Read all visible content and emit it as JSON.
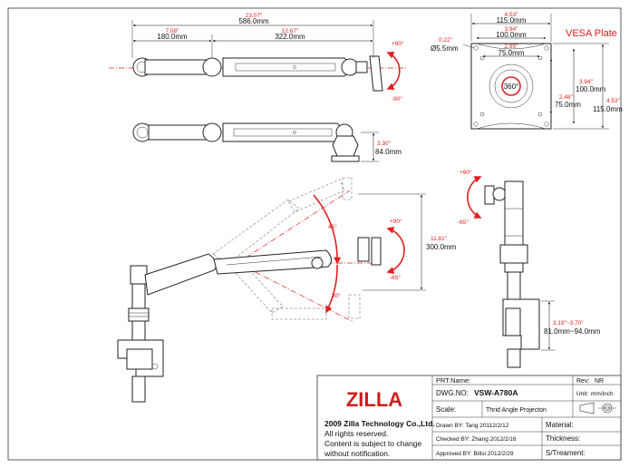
{
  "colors": {
    "accent": "#e02020",
    "line": "#222222",
    "logo": "#cc1f1f"
  },
  "top_view": {
    "overall_in": "23.07\"",
    "overall_mm": "586.0mm",
    "first_in": "7.08\"",
    "first_mm": "180.0mm",
    "second_in": "12.67\"",
    "second_mm": "322.0mm",
    "tilt_up": "+90°",
    "tilt_down": "-90°"
  },
  "side_view": {
    "height_in": "3.30\"",
    "height_mm": "84.0mm"
  },
  "vesa": {
    "title": "VESA Plate",
    "outer_w_in": "4.53\"",
    "outer_w_mm": "115.0mm",
    "mid_w_in": "3.94\"",
    "mid_w_mm": "100.0mm",
    "inner_w_in": "2.95\"",
    "inner_w_mm": "75.0mm",
    "hole_in": "0.22\"",
    "hole_mm": "Ø5.5mm",
    "mid_h_in": "3.94\"",
    "mid_h_mm": "100.0mm",
    "inner_h_in": "2.48\"",
    "inner_h_mm": "75.0mm",
    "outer_h_in": "4.53\"",
    "outer_h_mm": "115.0mm",
    "rotation": "360°"
  },
  "front_view": {
    "angle_up": "45°",
    "angle_down": "30°",
    "height_in": "11.81\"",
    "height_mm": "300.0mm",
    "tilt_up": "+90°",
    "tilt_down": "-65°"
  },
  "right_view": {
    "tilt_up": "+90°",
    "tilt_down": "-65°",
    "clamp_in": "3.19\"~3.70\"",
    "clamp_mm": "81.0mm~94.0mm"
  },
  "title_block": {
    "logo": "ZILLA",
    "company": "2009 Zilla Technology Co.,Ltd.",
    "rights": "All rights reserved.",
    "notice_1": "Content is subject to change",
    "notice_2": "without notification.",
    "prt_name_label": "PRT.Name:",
    "rev_label": "Rev:",
    "rev_value": "NR",
    "dwg_label": "DWG.NO:",
    "dwg_value": "VSW-A780A",
    "unit_label": "Unit:",
    "unit_value": "mm/inch",
    "scale_label": "Scale:",
    "projection": "Thrid Angle Projecton",
    "drawn": "Drawn BY:  Tang  20112/2/12",
    "checked": "Checked BY:  Zhang  2012/2/16",
    "approved": "Approved BY:  Billsi  2012/2/29",
    "material_label": "Material:",
    "thickness_label": "Thickness:",
    "treatment_label": "S/Treament:"
  }
}
